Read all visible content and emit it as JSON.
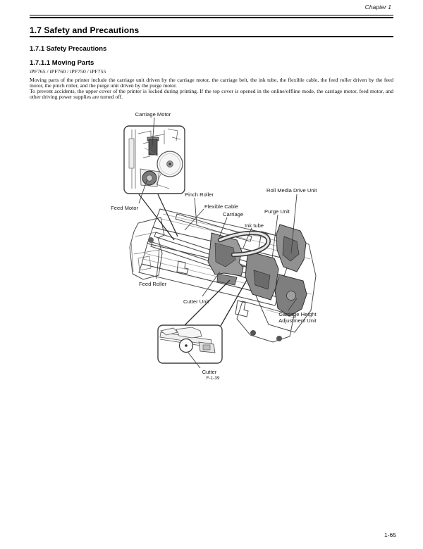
{
  "page": {
    "header": {
      "chapter": "Chapter 1"
    },
    "footer": {
      "page_number": "1-65"
    }
  },
  "headings": {
    "section": "1.7 Safety and Precautions",
    "subsection": "1.7.1 Safety Precautions",
    "subsubsection": "1.7.1.1 Moving Parts",
    "models": "iPF765 / iPF760 / iPF750 / iPF755"
  },
  "body": {
    "paragraph1": "Moving parts of the printer include the carriage unit driven by the carriage motor, the carriage belt, the ink tube, the flexible cable, the feed roller driven by the feed motor, the pinch roller, and the purge unit driven by the purge motor.",
    "paragraph2": "To prevent accidents, the upper cover of the printer is locked during printing. If the top cover is opened in the online/offline mode, the carriage motor, feed motor, and other driving  power supplies are turned off."
  },
  "figure": {
    "number": "F-1-39",
    "labels": {
      "carriage_motor": "Carriage Motor",
      "feed_motor": "Feed Motor",
      "pinch_roller": "Pinch Roller",
      "flexible_cable": "Flexible Cable",
      "carriage": "Carriage",
      "ink_tube": "Ink tube",
      "purge_unit": "Purge Unit",
      "roll_media_drive_unit": "Roll Media Drive Unit",
      "feed_roller": "Feed Roller",
      "cutter_unit": "Cutter Unit",
      "carriage_height_line1": "Carriage Height",
      "carriage_height_line2": "Adjustment Unit",
      "cutter": "Cutter"
    }
  },
  "colors": {
    "text": "#000000",
    "rule": "#000000",
    "line_art": "#4a4a4a",
    "shade_light": "#9a9a9a",
    "shade_mid": "#8a8a8a",
    "shade_dark": "#6b6b6b"
  }
}
